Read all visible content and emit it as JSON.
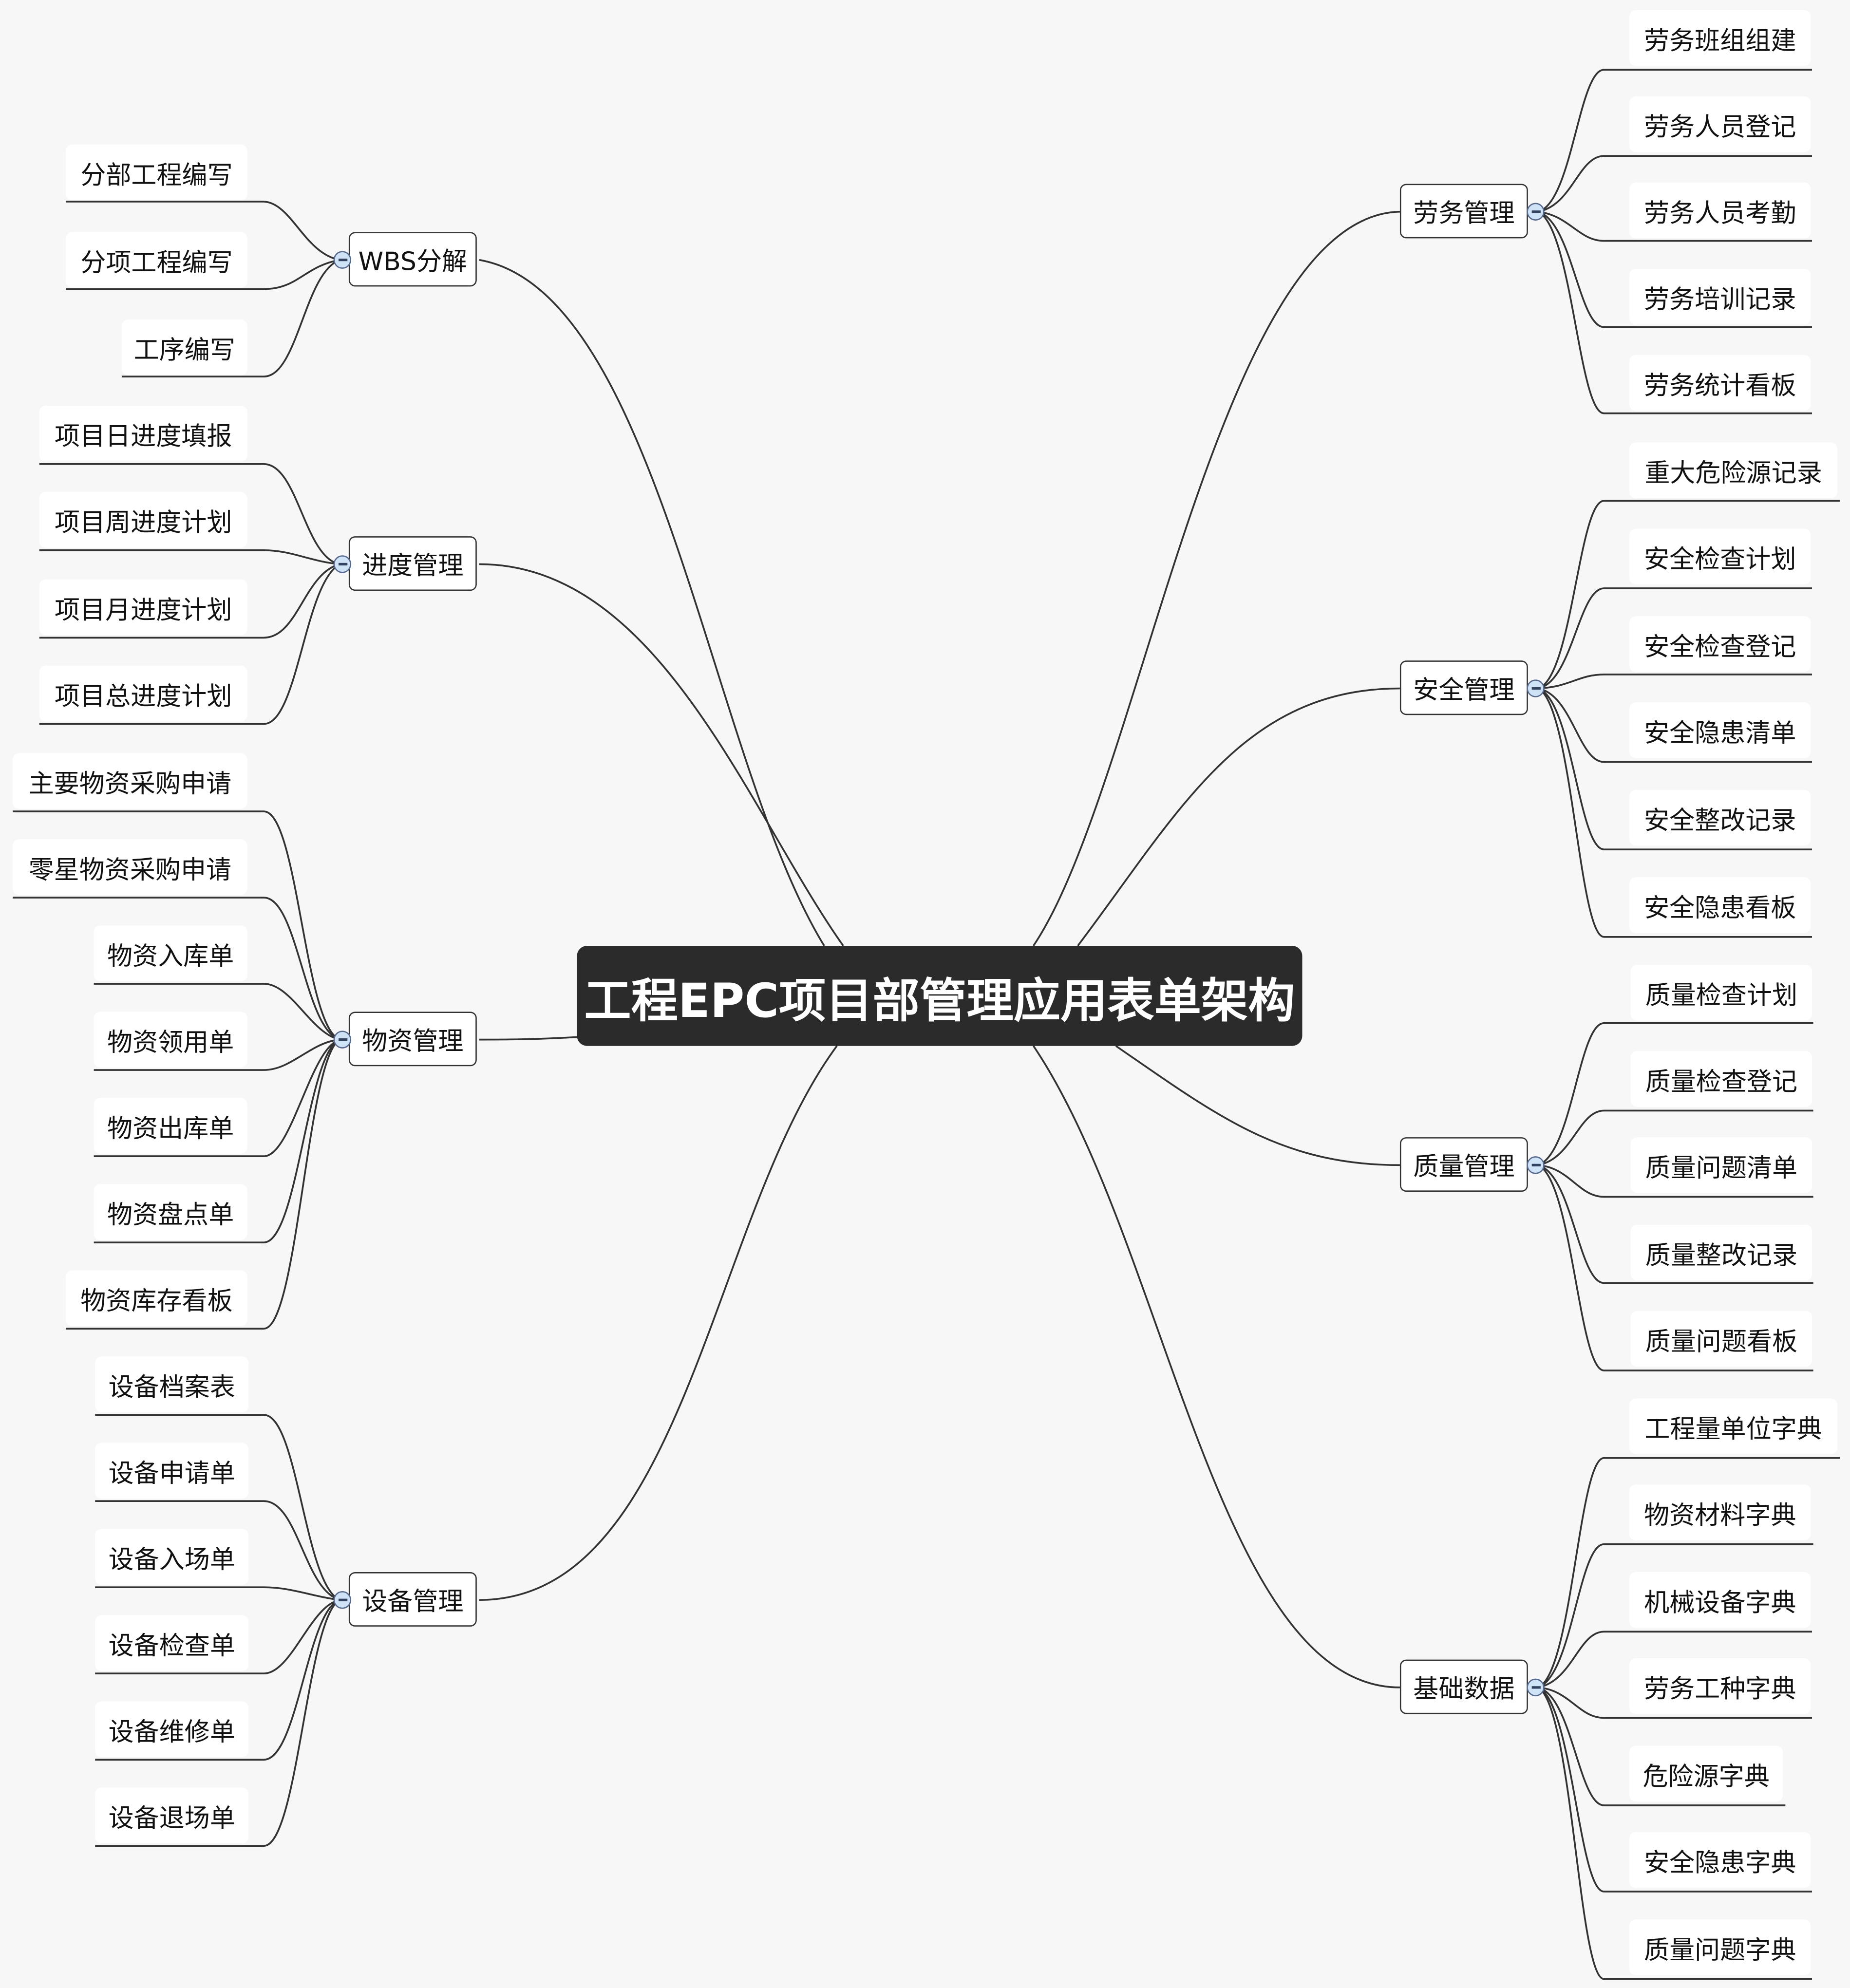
{
  "title": "工程EPC项目部管理应用表单架构",
  "colors": {
    "background": "#f7f7f7",
    "center_fill": "#2b2b2b",
    "center_text": "#ffffff",
    "line": "#333333",
    "toggle_fill": "#cfe3f7",
    "toggle_border": "#56698f"
  },
  "left_branches": [
    {
      "label": "WBS分解",
      "children": [
        "分部工程编写",
        "分项工程编写",
        "工序编写"
      ]
    },
    {
      "label": "进度管理",
      "children": [
        "项目日进度填报",
        "项目周进度计划",
        "项目月进度计划",
        "项目总进度计划"
      ]
    },
    {
      "label": "物资管理",
      "children": [
        "主要物资采购申请",
        "零星物资采购申请",
        "物资入库单",
        "物资领用单",
        "物资出库单",
        "物资盘点单",
        "物资库存看板"
      ]
    },
    {
      "label": "设备管理",
      "children": [
        "设备档案表",
        "设备申请单",
        "设备入场单",
        "设备检查单",
        "设备维修单",
        "设备退场单"
      ]
    }
  ],
  "right_branches": [
    {
      "label": "劳务管理",
      "children": [
        "劳务班组组建",
        "劳务人员登记",
        "劳务人员考勤",
        "劳务培训记录",
        "劳务统计看板"
      ]
    },
    {
      "label": "安全管理",
      "children": [
        "重大危险源记录",
        "安全检查计划",
        "安全检查登记",
        "安全隐患清单",
        "安全整改记录",
        "安全隐患看板"
      ]
    },
    {
      "label": "质量管理",
      "children": [
        "质量检查计划",
        "质量检查登记",
        "质量问题清单",
        "质量整改记录",
        "质量问题看板"
      ]
    },
    {
      "label": "基础数据",
      "children": [
        "工程量单位字典",
        "物资材料字典",
        "机械设备字典",
        "劳务工种字典",
        "危险源字典",
        "安全隐患字典",
        "质量问题字典"
      ]
    }
  ],
  "toggle_icon": "collapse-minus-icon"
}
